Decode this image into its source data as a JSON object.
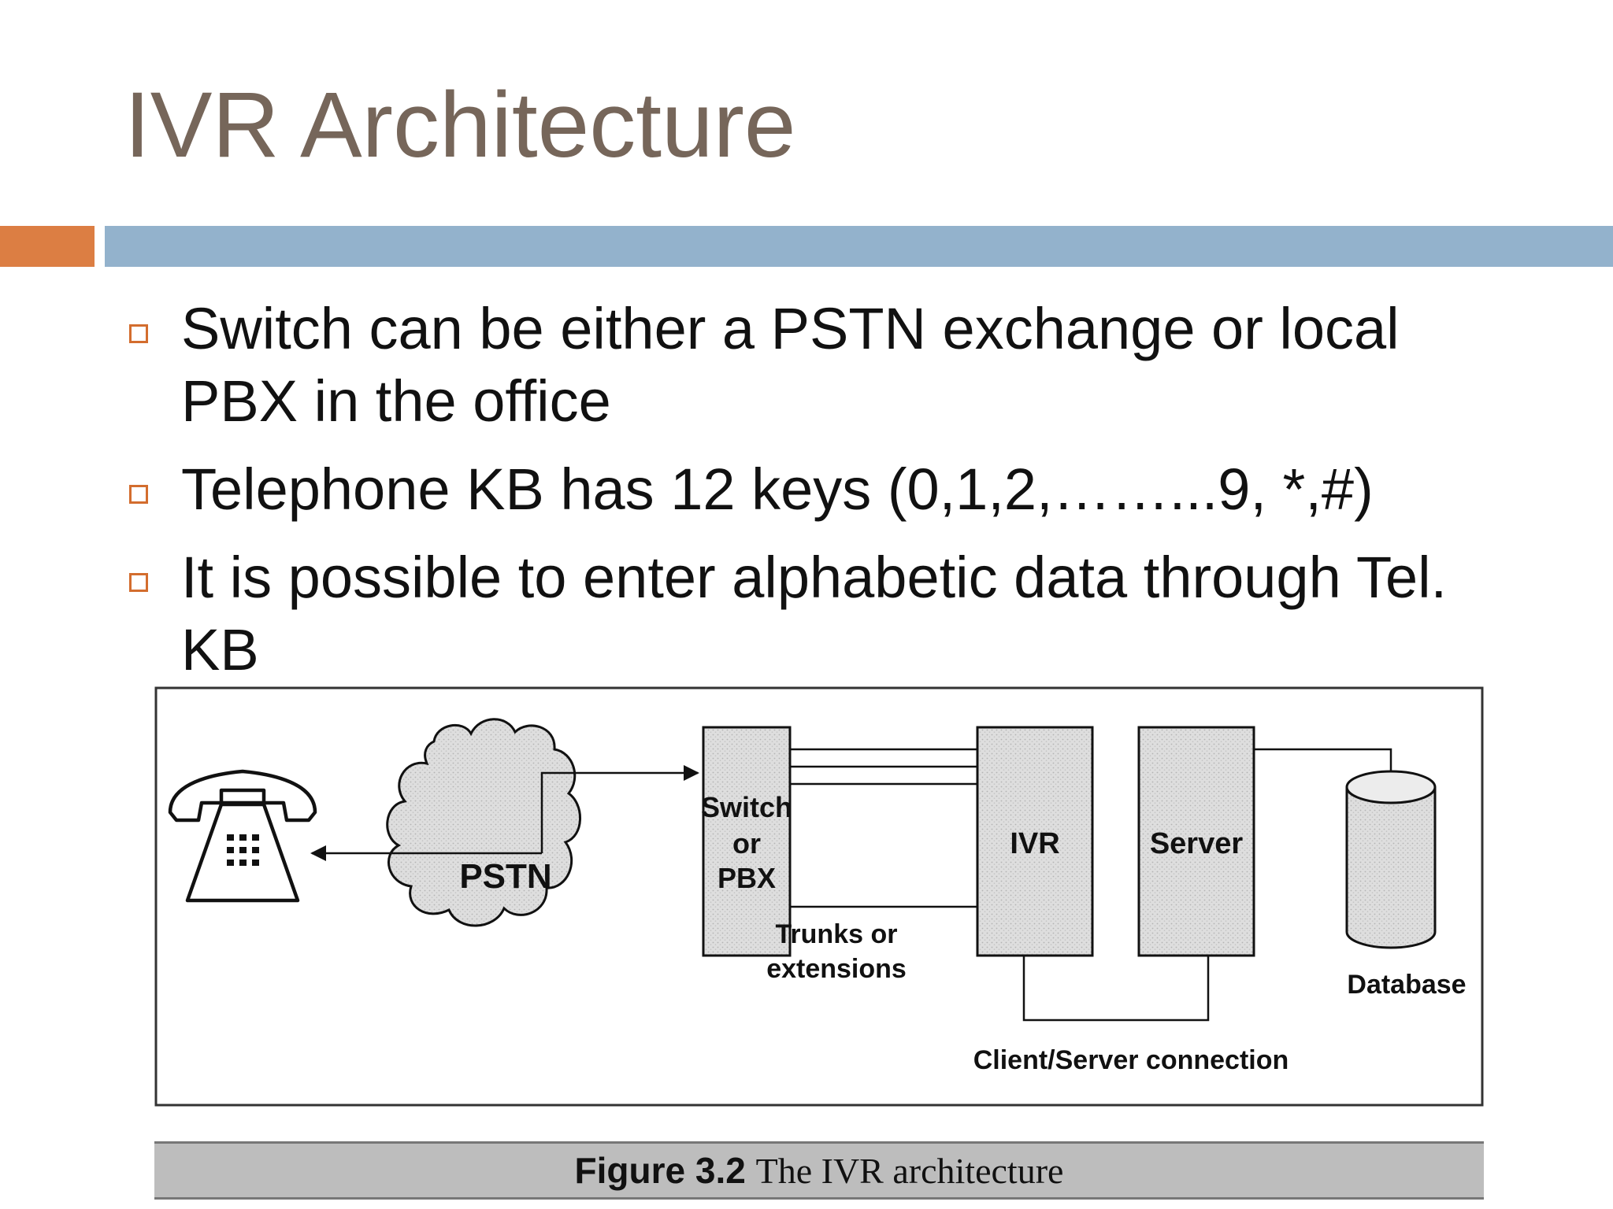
{
  "slide": {
    "title": "IVR Architecture",
    "bullets": [
      "Switch can be either a PSTN exchange or local PBX in the office",
      "Telephone KB has 12 keys (0,1,2,……...9, *,#)",
      "It is possible to enter alphabetic data through Tel. KB"
    ]
  },
  "diagram": {
    "pstn_label": "PSTN",
    "switch_line1": "Switch",
    "switch_line2": "or",
    "switch_line3": "PBX",
    "ivr_label": "IVR",
    "server_label": "Server",
    "database_label": "Database",
    "trunks_line1": "Trunks or",
    "trunks_line2": "extensions",
    "client_server_label": "Client/Server connection"
  },
  "caption": {
    "number": "Figure 3.2",
    "text": "The IVR architecture"
  },
  "colors": {
    "title": "#76665a",
    "accent_orange": "#dc7e43",
    "accent_blue": "#93b2cc"
  }
}
